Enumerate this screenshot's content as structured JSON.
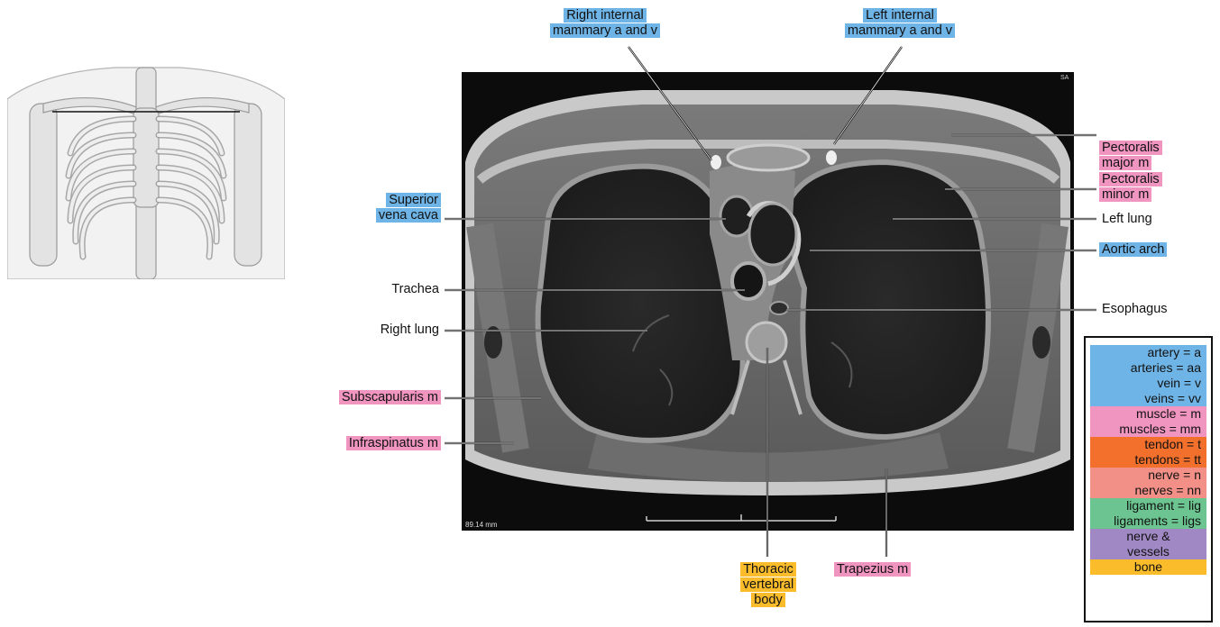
{
  "labels": {
    "right_internal_mammary": [
      "Right internal",
      "mammary a and v"
    ],
    "left_internal_mammary": [
      "Left internal",
      "mammary a and v"
    ],
    "superior_vena_cava": [
      "Superior",
      "vena cava"
    ],
    "trachea": "Trachea",
    "right_lung": "Right lung",
    "subscapularis": "Subscapularis m",
    "infraspinatus": "Infraspinatus m",
    "pectoralis_major": [
      "Pectoralis",
      "major m"
    ],
    "pectoralis_minor": [
      "Pectoralis",
      "minor m"
    ],
    "left_lung": "Left lung",
    "aortic_arch": "Aortic arch",
    "esophagus": "Esophagus",
    "thoracic_vertebral_body": [
      "Thoracic",
      "vertebral",
      "body"
    ],
    "trapezius": "Trapezius m"
  },
  "scan": {
    "scale_text": "89.14 mm",
    "corner_text": "SA"
  },
  "legend": {
    "groups": [
      {
        "color": "#6fb4e6",
        "items": [
          "artery = a",
          "arteries = aa",
          "vein = v",
          "veins = vv"
        ]
      },
      {
        "color": "#f094c0",
        "items": [
          "muscle = m",
          "muscles = mm"
        ]
      },
      {
        "color": "#f26f2c",
        "items": [
          "tendon = t",
          "tendons = tt"
        ]
      },
      {
        "color": "#f29088",
        "items": [
          "nerve = n",
          "nerves = nn"
        ]
      },
      {
        "color": "#6cc590",
        "items": [
          "ligament = lig",
          "ligaments = ligs"
        ]
      },
      {
        "color": "#a088c4",
        "items": [
          "nerve &",
          "vessels"
        ]
      },
      {
        "color": "#fbbc2b",
        "items": [
          "bone"
        ]
      }
    ]
  },
  "colors": {
    "vessel": "#6fb4e6",
    "muscle": "#f094c0",
    "bone": "#fbbc2b"
  }
}
